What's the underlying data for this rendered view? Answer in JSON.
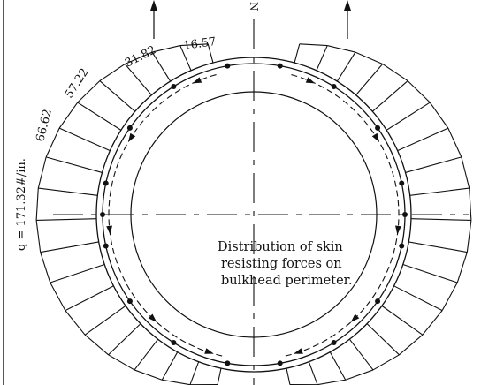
{
  "labels": {
    "axis_n": "N",
    "q_label": "q = 171.32#/in.",
    "v1": "66.62",
    "v2": "57.22",
    "v3": "31.82",
    "v4": "16.57"
  },
  "caption": [
    "Distribution of skin",
    "resisting forces on",
    "bulkhead perimeter."
  ]
}
